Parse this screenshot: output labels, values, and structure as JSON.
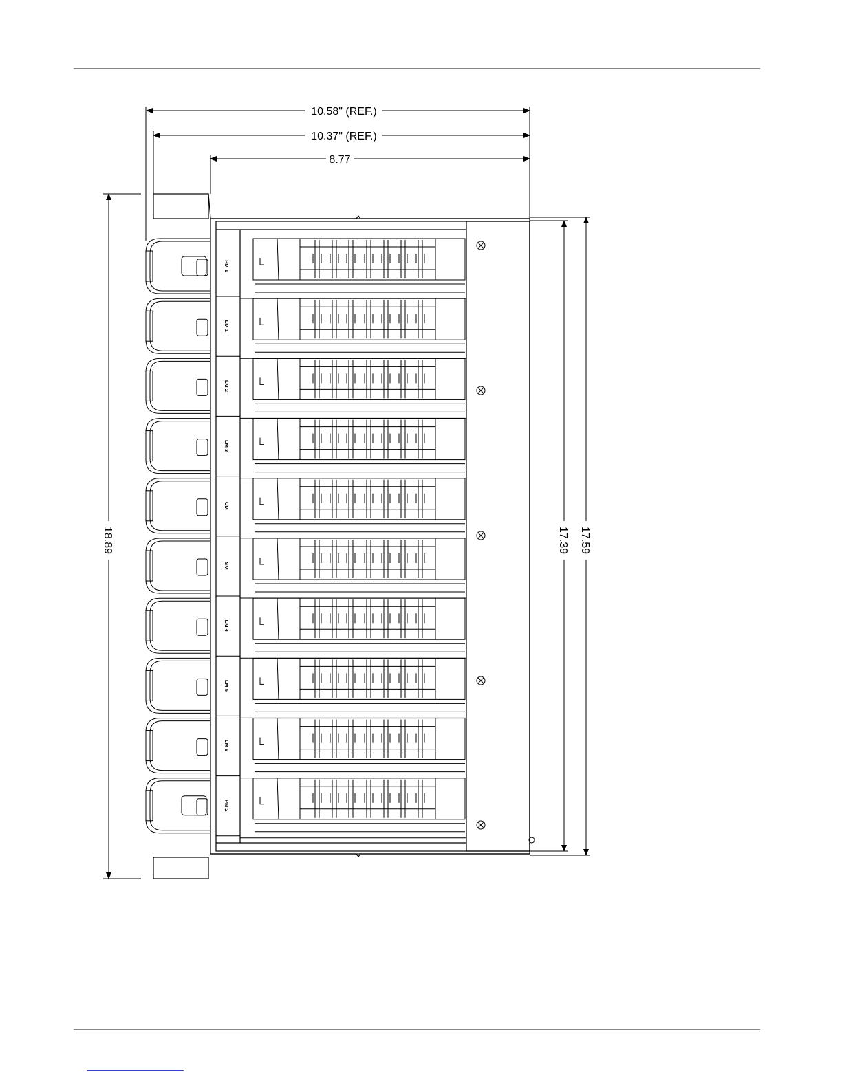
{
  "dimensions": {
    "overall_width": "10.58\" (REF.)",
    "body_width": "10.37\" (REF.)",
    "chassis_width": "8.77",
    "overall_height": "18.89",
    "height_outer": "17.59",
    "height_inner": "17.39"
  },
  "slots": [
    "PM 1",
    "LM 1",
    "LM 2",
    "LM 3",
    "CM",
    "SM",
    "LM 4",
    "LM 5",
    "LM 6",
    "PM 2"
  ],
  "colors": {
    "line": "#000000",
    "rule": "#888888",
    "link": "#3344cc"
  }
}
